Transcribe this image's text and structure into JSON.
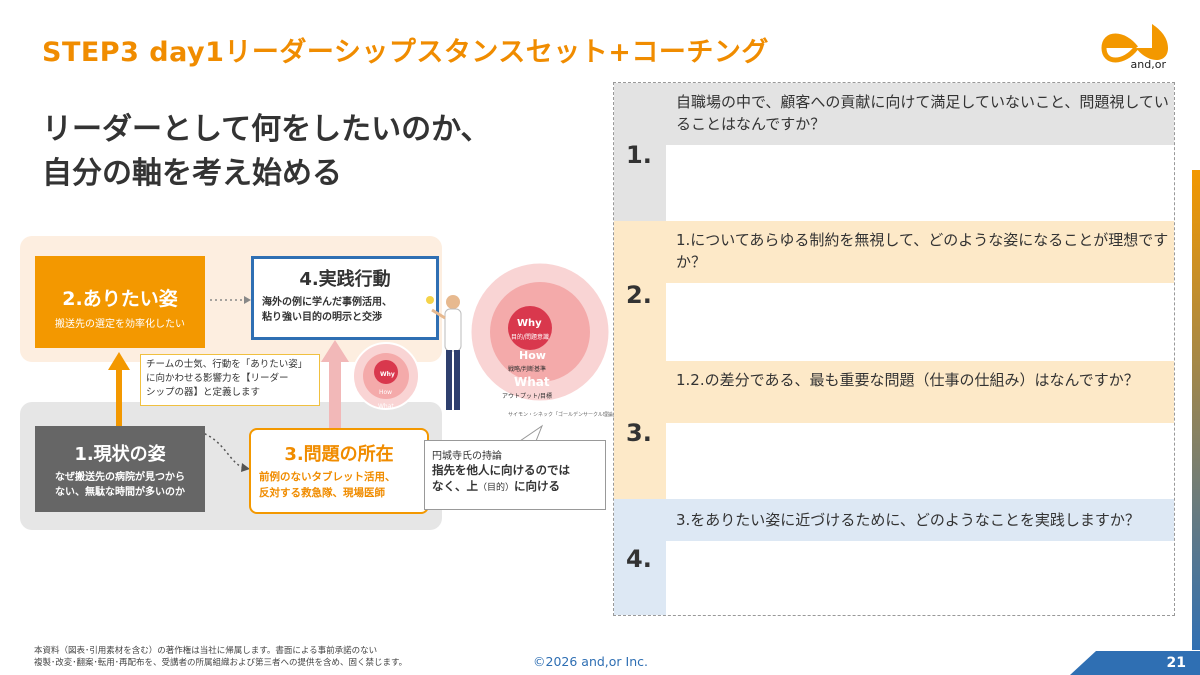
{
  "header": {
    "title": "STEP3 day1リーダーシップスタンスセット+コーチング",
    "logo_text": "and,or"
  },
  "headline": {
    "line1": "リーダーとして何をしたいのか、",
    "line2": "自分の軸を考え始める"
  },
  "diagram": {
    "box2": {
      "title": "2.ありたい姿",
      "sub": "搬送先の選定を効率化したい"
    },
    "box4": {
      "title": "4.実践行動",
      "sub1": "海外の例に学んだ事例活用、",
      "sub2": "粘り強い目的の明示と交渉"
    },
    "box1": {
      "title": "1.現状の姿",
      "sub1": "なぜ搬送先の病院が見つから",
      "sub2": "ない、無駄な時間が多いのか"
    },
    "box3": {
      "title": "3.問題の所在",
      "sub1": "前例のないタブレット活用、",
      "sub2": "反対する救急隊、現場医師"
    },
    "callout": {
      "line1": "チームの士気、行動を「ありたい姿」",
      "line2": "に向かわせる影響力を【リーダー",
      "line3": "シップの器】と定義します"
    },
    "quote": {
      "intro": "円城寺氏の持論",
      "line1": "指先を他人に向けるのでは",
      "line2a": "なく、上",
      "line2b": "（目的）",
      "line2c": "に向ける"
    },
    "circles": {
      "why": "Why",
      "why_sub": "目的/問題意識",
      "how": "How",
      "how_sub": "戦略/判断基準",
      "what": "What",
      "what_sub": "アウトプット/目標",
      "cite": "サイモン・シネック「ゴールデンサークル理論」"
    }
  },
  "worksheet": {
    "rows": [
      {
        "num": "1.",
        "question": "自職場の中で、顧客への貢献に向けて満足していないこと、問題視していることはなんですか？",
        "color": "#e3e3e3"
      },
      {
        "num": "2.",
        "question": "1.についてあらゆる制約を無視して、どのような姿になることが理想ですか？",
        "color": "#fde9c8"
      },
      {
        "num": "3.",
        "question": "1.2.の差分である、最も重要な問題（仕事の仕組み）はなんですか？",
        "color": "#fde9c8"
      },
      {
        "num": "4.",
        "question": "3.をありたい姿に近づけるために、どのようなことを実践しますか？",
        "color": "#dde8f4"
      }
    ]
  },
  "footer": {
    "note1": "本資料（図表･引用素材を含む）の著作権は当社に帰属します。書面による事前承諾のない",
    "note2": "複製･改変･翻案･転用･再配布を、受講者の所属組織および第三者への提供を含め、固く禁じます。",
    "copyright": "©2026 and,or Inc.",
    "page": "21"
  },
  "colors": {
    "accent": "#f39800",
    "brand_blue": "#2f6fb3"
  }
}
